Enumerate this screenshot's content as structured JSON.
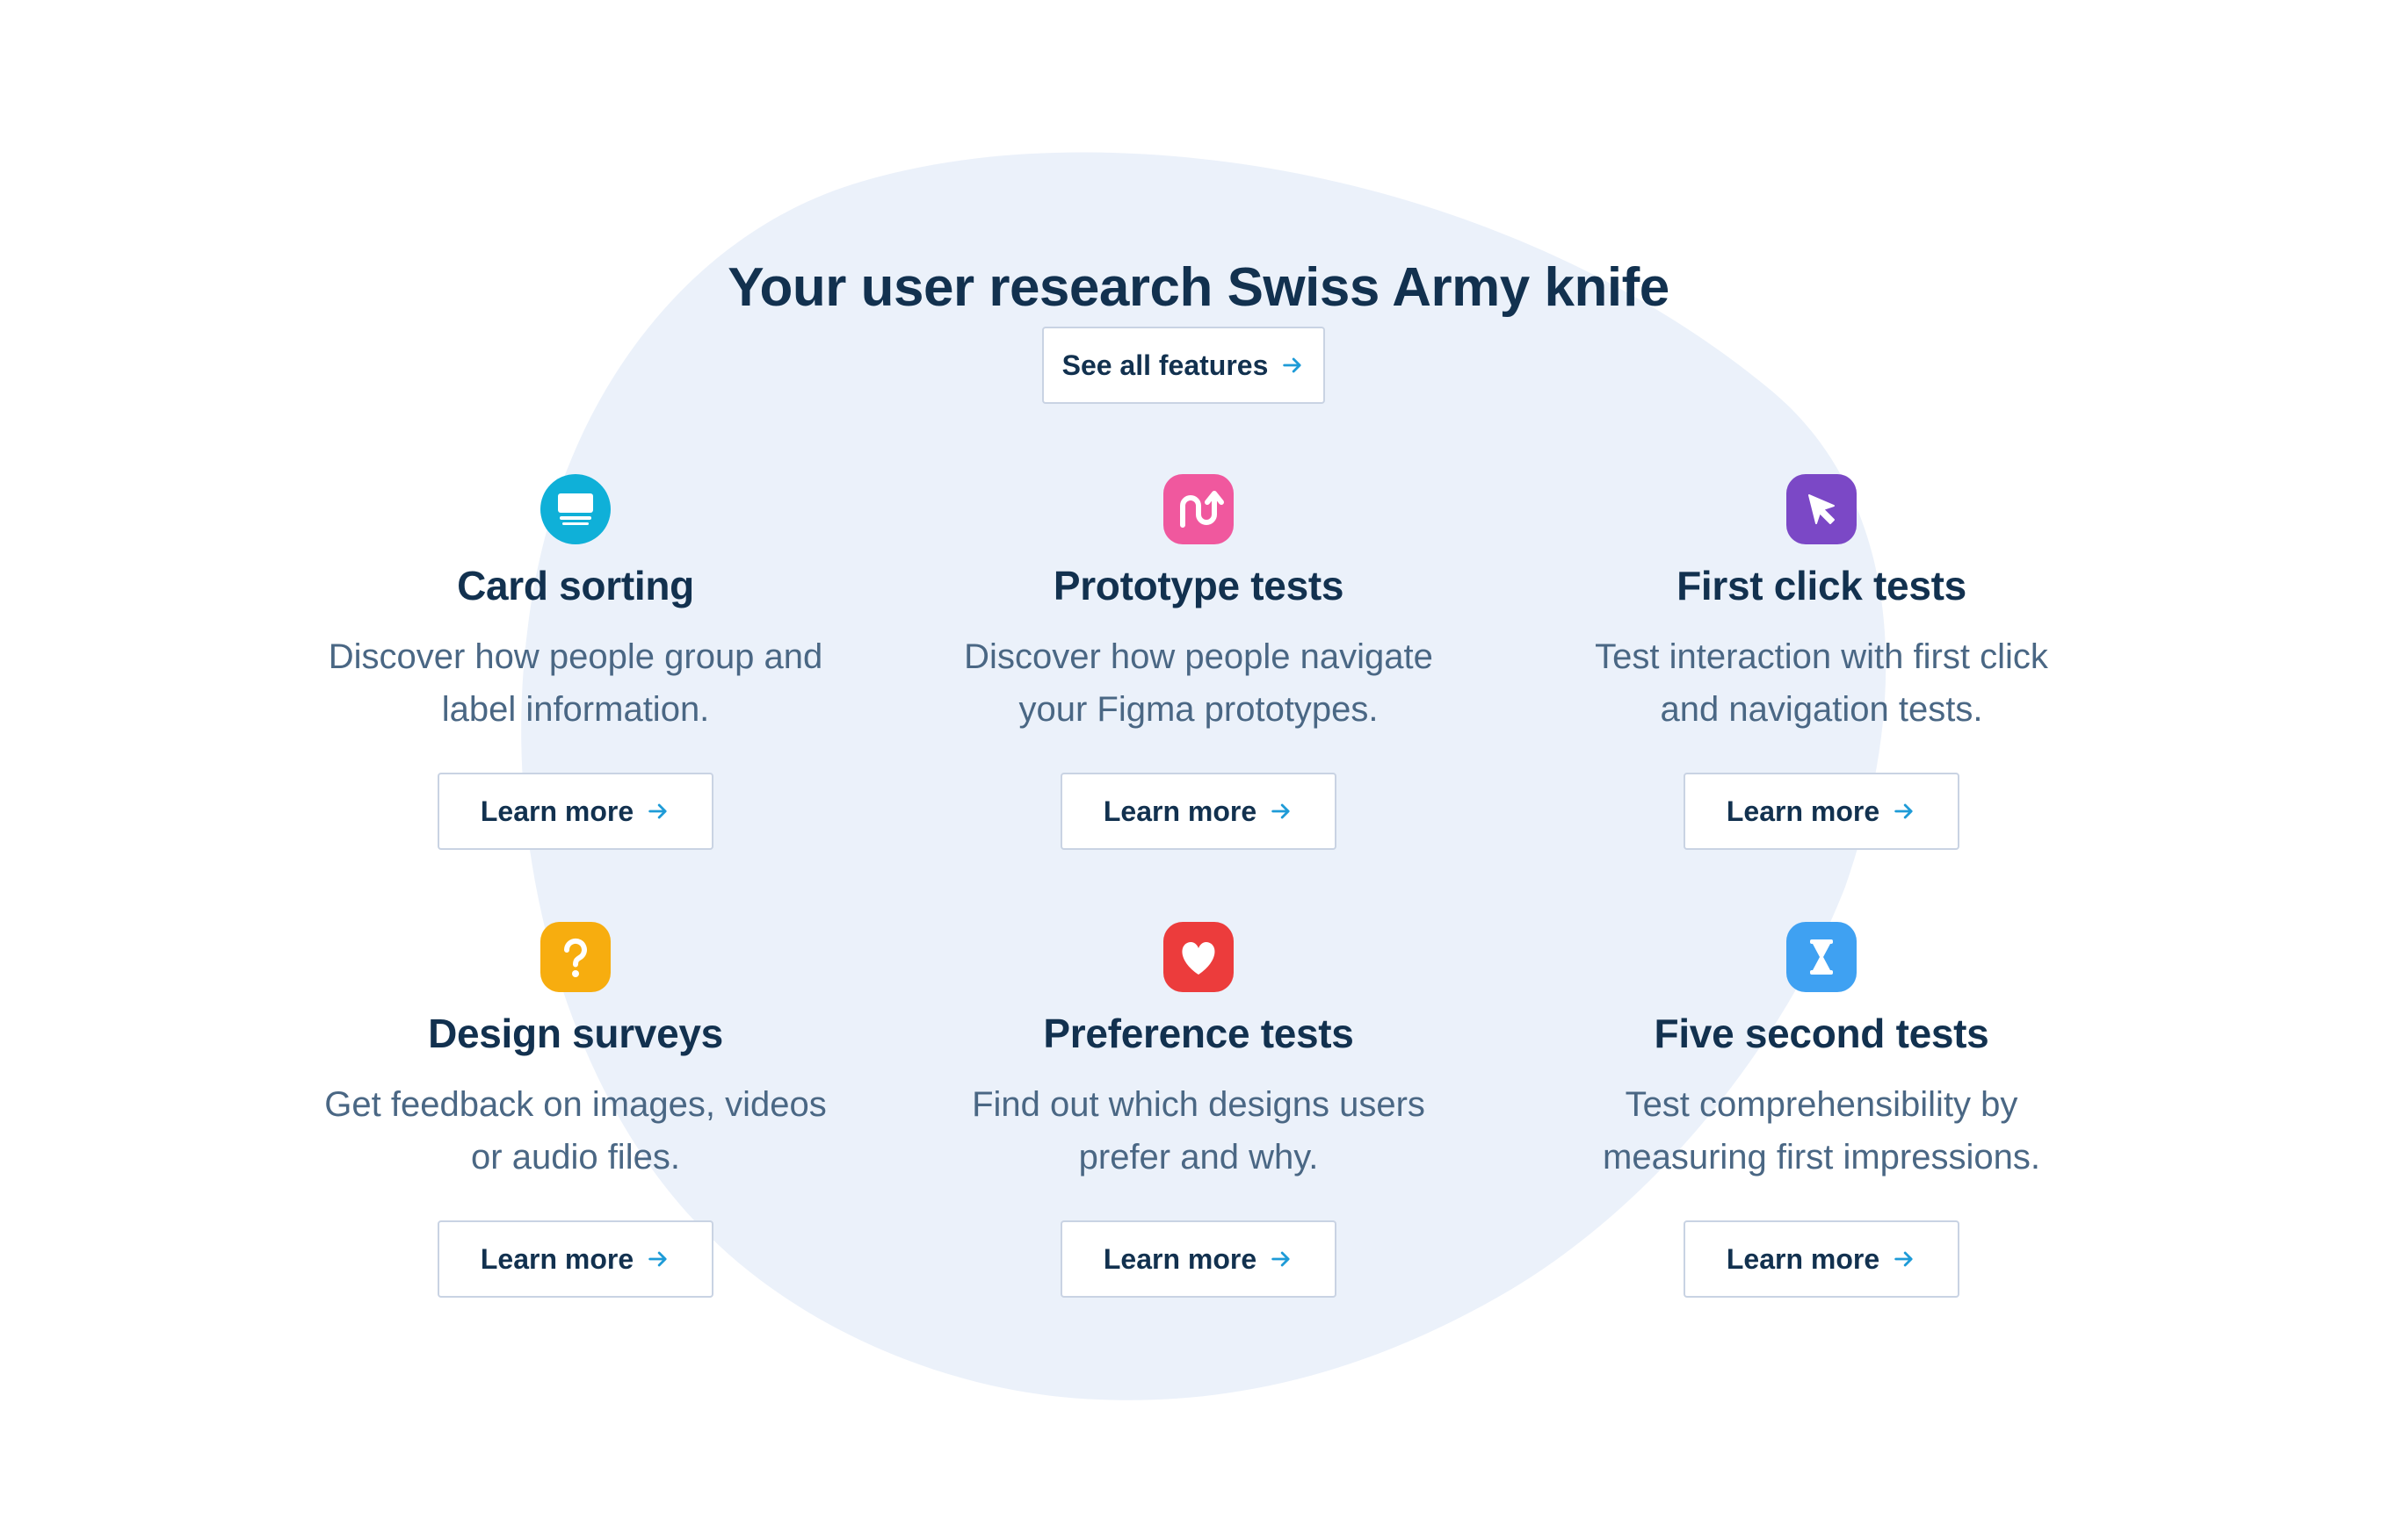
{
  "header": {
    "title": "Your user research Swiss Army knife",
    "see_all_label": "See all features"
  },
  "colors": {
    "heading": "#12314f",
    "body_text": "#4a6784",
    "blob": "#ebf1fa",
    "button_border": "#c9d3e3",
    "arrow": "#1e9bd7"
  },
  "features": [
    {
      "icon": "card-sorting-icon",
      "icon_color": "#0fb0d8",
      "title": "Card sorting",
      "desc_line1": "Discover how people group and",
      "desc_line2": "label information.",
      "cta": "Learn more"
    },
    {
      "icon": "prototype-icon",
      "icon_color": "#f0589e",
      "title": "Prototype tests",
      "desc_line1": "Discover how people navigate",
      "desc_line2": "your Figma prototypes.",
      "cta": "Learn more"
    },
    {
      "icon": "cursor-icon",
      "icon_color": "#7b48c6",
      "title": "First click tests",
      "desc_line1": "Test interaction with first click",
      "desc_line2": "and navigation tests.",
      "cta": "Learn more"
    },
    {
      "icon": "question-icon",
      "icon_color": "#f7ad0f",
      "title": "Design surveys",
      "desc_line1": "Get feedback on images, videos",
      "desc_line2": "or audio files.",
      "cta": "Learn more"
    },
    {
      "icon": "heart-icon",
      "icon_color": "#ec3c3c",
      "title": "Preference tests",
      "desc_line1": "Find out which designs users",
      "desc_line2": "prefer and why.",
      "cta": "Learn more"
    },
    {
      "icon": "hourglass-icon",
      "icon_color": "#3fa1f2",
      "title": "Five second tests",
      "desc_line1": "Test comprehensibility by",
      "desc_line2": "measuring first impressions.",
      "cta": "Learn more"
    }
  ]
}
